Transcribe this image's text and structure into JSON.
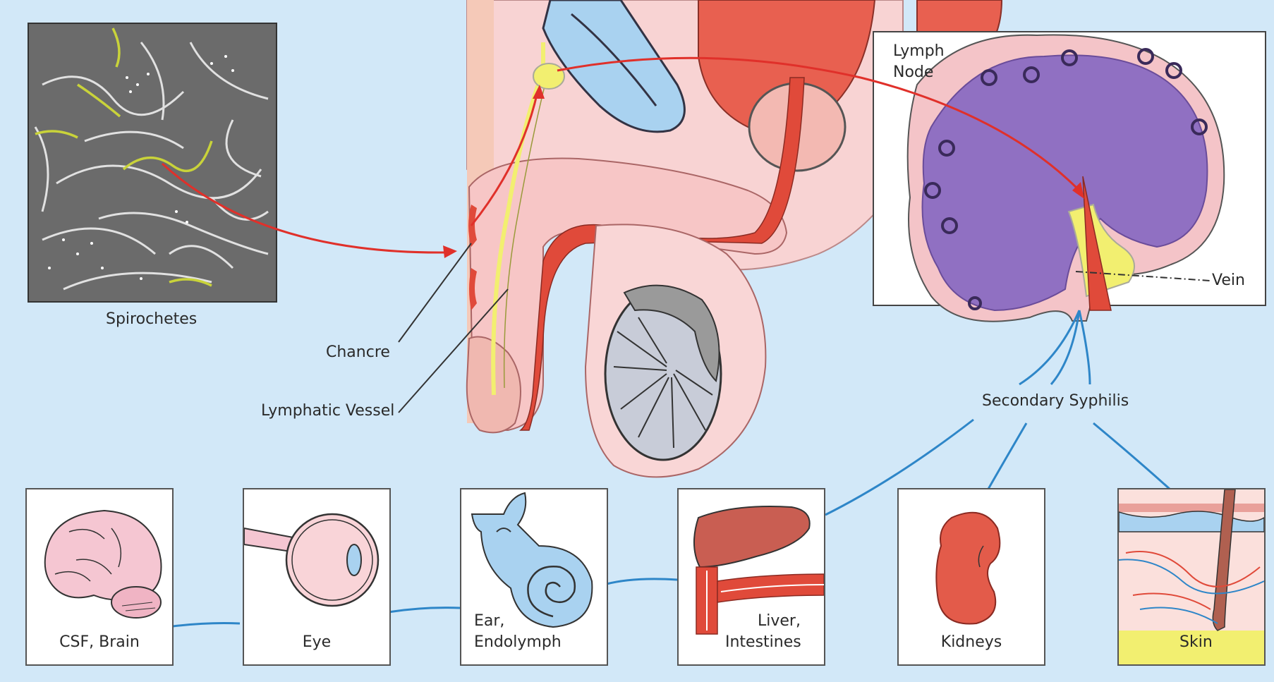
{
  "labels": {
    "spirochetes": "Spirochetes",
    "chancre": "Chancre",
    "lymphatic_vessel": "Lymphatic Vessel",
    "lymph_node_1": "Lymph",
    "lymph_node_2": "Node",
    "vein": "Vein",
    "secondary_syphilis": "Secondary Syphilis"
  },
  "organs": {
    "brain": "CSF, Brain",
    "eye": "Eye",
    "ear_1": "Ear,",
    "ear_2": "Endolymph",
    "liver_1": "Liver,",
    "liver_2": "Intestines",
    "kidneys": "Kidneys",
    "skin": "Skin"
  },
  "colors": {
    "background": "#d2e8f8",
    "arrow_red": "#e0302a",
    "connector_blue": "#2e86c8",
    "lymph_purple": "#9475c2",
    "tissue_pink": "#f6c7c8",
    "organ_red": "#e35b4a"
  }
}
